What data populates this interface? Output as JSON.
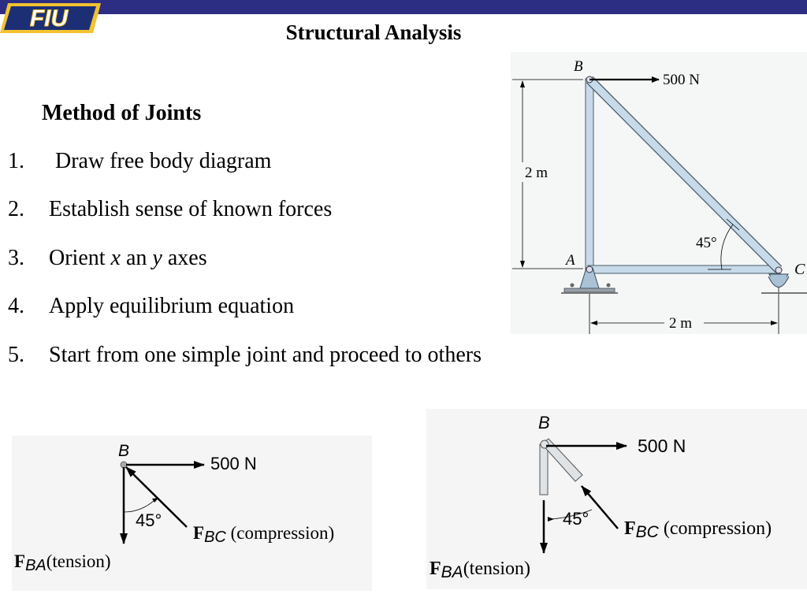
{
  "header": {
    "logo_text": "FIU"
  },
  "slide": {
    "title": "Structural Analysis",
    "method_heading": "Method of Joints",
    "steps": [
      {
        "num": "1.",
        "text": "Draw free body diagram"
      },
      {
        "num": "2.",
        "text": "Establish sense of known forces"
      },
      {
        "num": "3.",
        "text_a": "Orient ",
        "x": "x",
        "text_b": " an ",
        "y": "y",
        "text_c": " axes"
      },
      {
        "num": "4.",
        "text": "Apply equilibrium equation"
      },
      {
        "num": "5.",
        "text": "Start from one simple joint and  proceed to others"
      }
    ]
  },
  "truss": {
    "joint_b": "B",
    "joint_a": "A",
    "joint_c": "C",
    "force": "500 N",
    "height": "2 m",
    "width": "2 m",
    "angle": "45°"
  },
  "fbd_left": {
    "joint": "B",
    "force": "500 N",
    "angle": "45°",
    "fbc_f": "F",
    "fbc_sub": "BC",
    "fbc_note": " (compression)",
    "fba_f": "F",
    "fba_sub": "BA",
    "fba_note": "(tension)"
  },
  "fbd_right": {
    "joint": "B",
    "force": "500 N",
    "angle": "45°",
    "fbc_f": "F",
    "fbc_sub": "BC",
    "fbc_note": " (compression)",
    "fba_f": "F",
    "fba_sub": "BA",
    "fba_note": "(tension)"
  }
}
